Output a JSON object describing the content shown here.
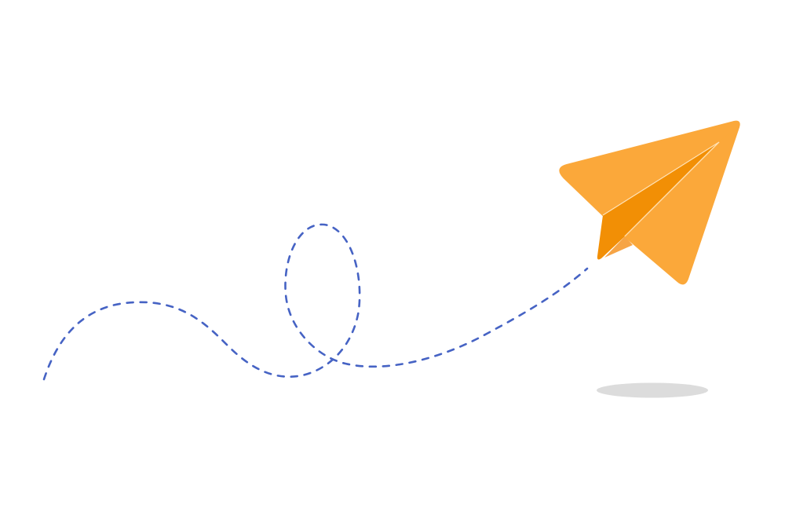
{
  "illustration": {
    "label": "Paper plane flying with dashed looping trail",
    "background_color": "#ffffff",
    "plane": {
      "icon": "paper-plane-icon",
      "colors": {
        "wing_light": "#FBA83A",
        "fold_dark": "#F28F05",
        "crease_highlight": "#FFE3B8"
      }
    },
    "trail": {
      "icon": "dashed-trail-path",
      "color": "#4663C4",
      "stroke_width": 2.6,
      "dash": "8 9"
    },
    "shadow": {
      "color": "#DCDCDC"
    }
  }
}
